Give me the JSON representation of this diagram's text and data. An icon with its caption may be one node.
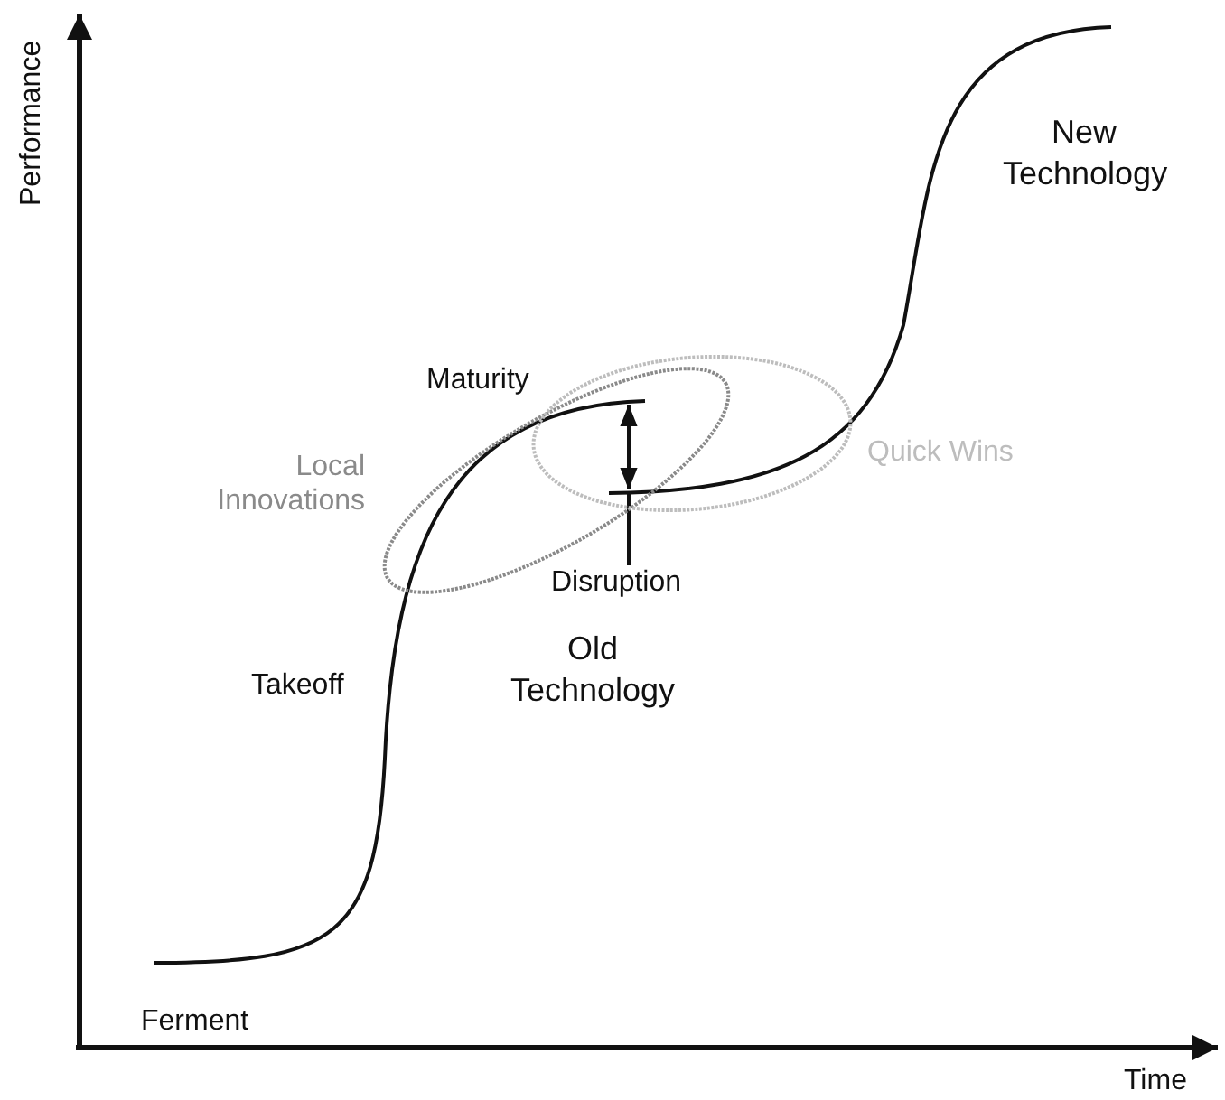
{
  "diagram": {
    "nodes": [
      {
        "text": [
          "Local Innovations"
        ]
      },
      {
        "text": [
          "Quick Wins"
        ]
      },
      {
        "text": [
          "Disruption"
        ]
      },
      {
        "text": [],
        "shape": "arrow"
      }
    ],
    "edges": [
      {
        "from": 2,
        "to": 3,
        "arrow": "none"
      }
    ],
    "labels": [
      "Performance",
      "New Technology",
      "Maturity",
      "Takeoff",
      "Old Technology",
      "Ferment",
      "Time"
    ]
  }
}
